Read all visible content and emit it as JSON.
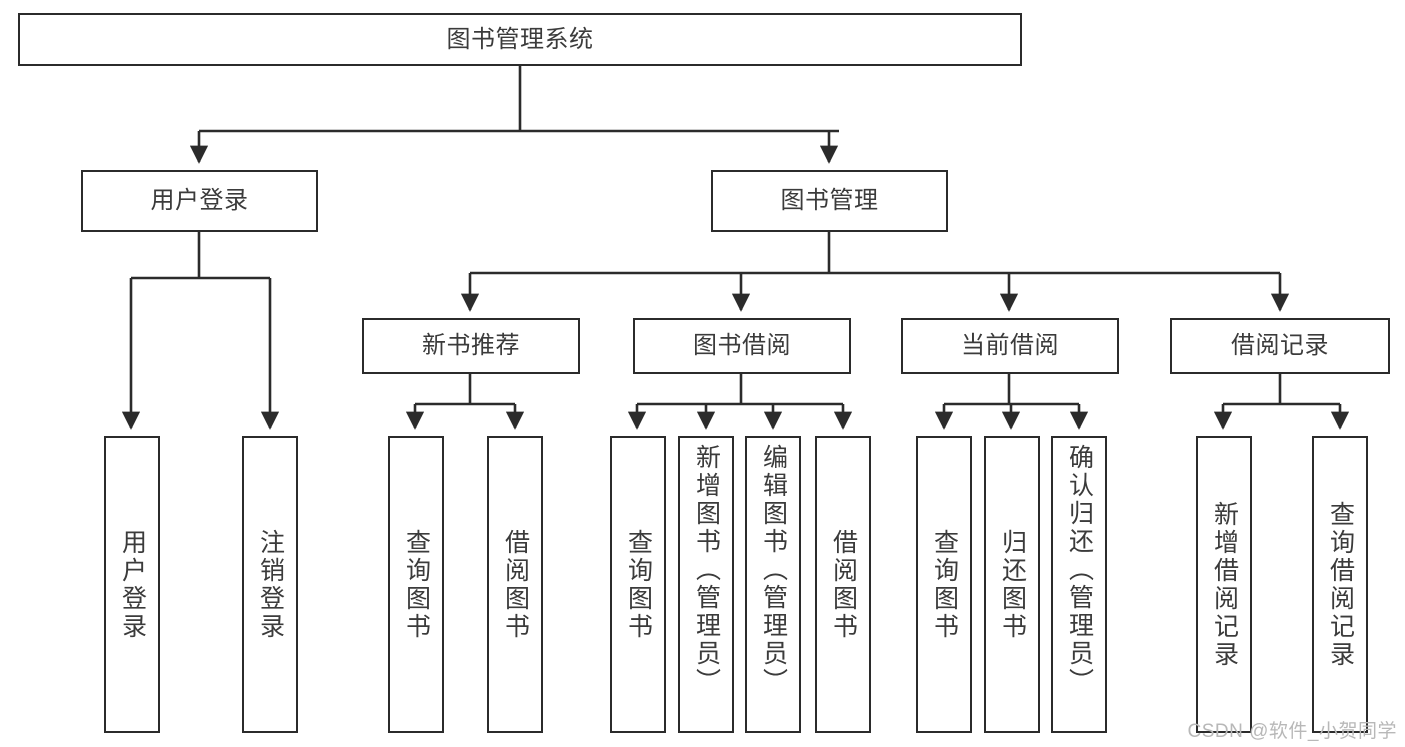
{
  "diagram": {
    "title": "图书管理系统",
    "watermark": "CSDN @软件_小贺同学",
    "stroke_color": "#2b2b2b",
    "text_color": "#3b3b3b",
    "background": "#ffffff",
    "root": {
      "label": "图书管理系统"
    },
    "level2": [
      {
        "label": "用户登录"
      },
      {
        "label": "图书管理"
      }
    ],
    "level3": [
      {
        "label": "新书推荐"
      },
      {
        "label": "图书借阅"
      },
      {
        "label": "当前借阅"
      },
      {
        "label": "借阅记录"
      }
    ],
    "leaves": {
      "user_login": [
        {
          "label": "用户登录"
        },
        {
          "label": "注销登录"
        }
      ],
      "new_book_recommend": [
        {
          "label": "查询图书"
        },
        {
          "label": "借阅图书"
        }
      ],
      "book_borrow": [
        {
          "label": "查询图书"
        },
        {
          "label": "新增图书（管理员）"
        },
        {
          "label": "编辑图书（管理员）"
        },
        {
          "label": "借阅图书"
        }
      ],
      "current_borrow": [
        {
          "label": "查询图书"
        },
        {
          "label": "归还图书"
        },
        {
          "label": "确认归还（管理员）"
        }
      ],
      "borrow_record": [
        {
          "label": "新增借阅记录"
        },
        {
          "label": "查询借阅记录"
        }
      ]
    }
  }
}
